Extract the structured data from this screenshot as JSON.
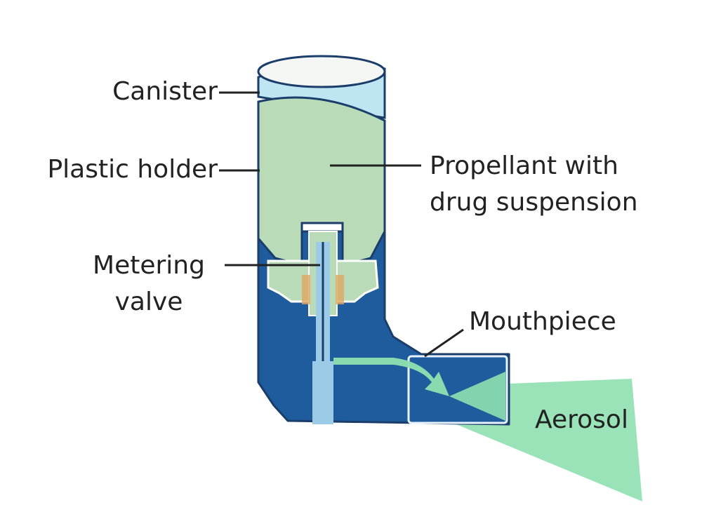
{
  "labels": {
    "canister": "Canister",
    "plastic_holder": "Plastic holder",
    "propellant_line1": "Propellant with",
    "propellant_line2": "drug suspension",
    "metering_line1": "Metering",
    "metering_line2": "valve",
    "mouthpiece": "Mouthpiece",
    "aerosol": "Aerosol"
  },
  "colors": {
    "holder_blue": "#1f5c9e",
    "canister_fill": "#b9dbb7",
    "canister_top": "#bfe4f2",
    "aerosol_green": "#8fe0b0",
    "valve_light_blue": "#9ccbe8",
    "label_text": "#222222"
  }
}
